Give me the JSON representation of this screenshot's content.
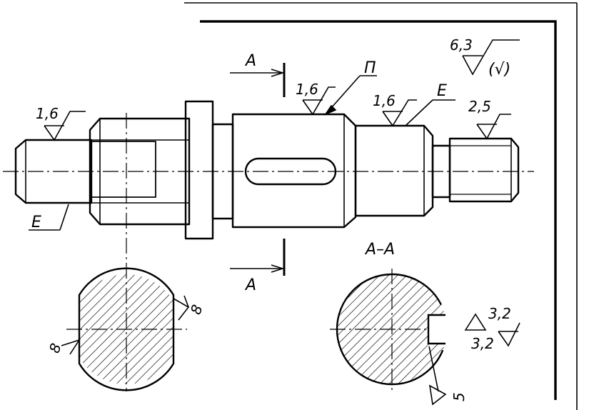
{
  "drawing": {
    "section_mark": "A",
    "section_title": "A–A",
    "surface_roughness": {
      "general": "6,3",
      "general_bracket_symbol": "(√)",
      "left_journal": "1,6",
      "key_seat_step": "1,6",
      "right_journal": "1,6",
      "thread": "2,5",
      "flat_faces": "8",
      "keyway_bottom": "3,2",
      "keyway_side": "3,2",
      "keyway_root": "5"
    },
    "leader_labels": {
      "p": "П",
      "e_left": "E",
      "e_right": "E"
    }
  }
}
